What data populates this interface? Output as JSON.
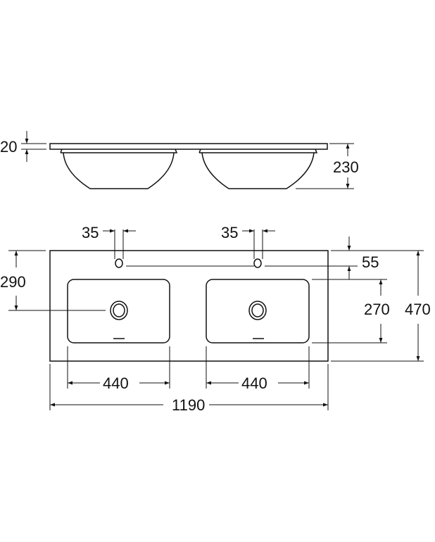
{
  "drawing": {
    "side_view": {
      "top_thickness": "20",
      "total_height": "230"
    },
    "plan_view": {
      "tap_offset_left": "35",
      "tap_offset_right": "35",
      "tap_hole_from_back": "55",
      "drain_from_back": "290",
      "basin_depth": "270",
      "overall_depth": "470",
      "basin_width_left": "440",
      "basin_width_right": "440",
      "overall_width": "1190"
    }
  }
}
